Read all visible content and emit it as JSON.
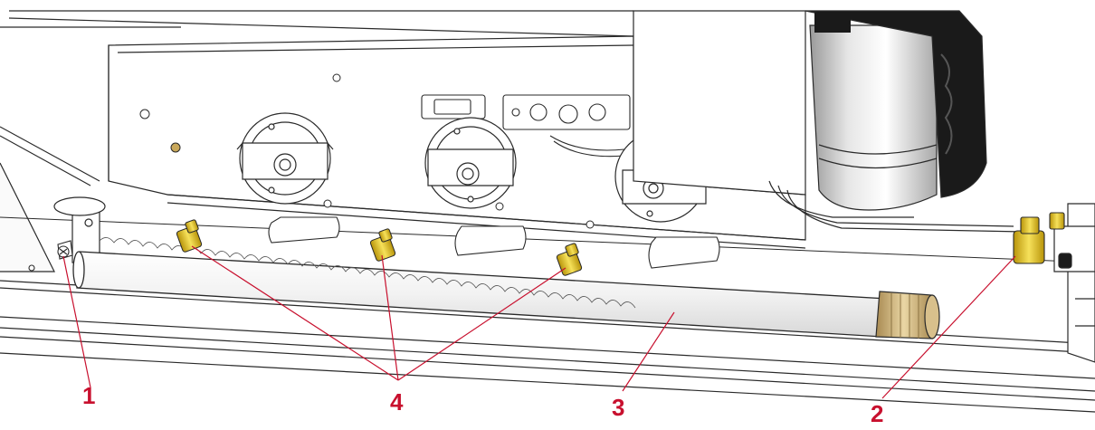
{
  "callouts": {
    "c1": "1",
    "c2": "2",
    "c3": "3",
    "c4": "4"
  },
  "colors": {
    "leader": "#c8102e",
    "outline": "#2a2a2a",
    "grip": "#1a1a1a",
    "fitting": "#e8c21a",
    "tube": "#f4f4f4"
  }
}
